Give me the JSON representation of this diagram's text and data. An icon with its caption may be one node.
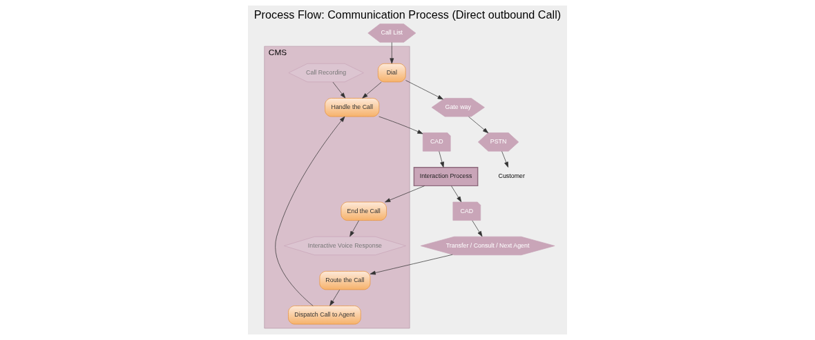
{
  "diagram": {
    "title": "Process Flow: Communication Process (Direct outbound Call)",
    "nodes": [
      {
        "text": [
          "CMS"
        ]
      },
      {
        "text": [
          "Call Recording"
        ],
        "in": 0
      },
      {
        "text": [
          "Interactive Voice Response"
        ],
        "in": 0
      },
      {
        "text": [
          "Dial"
        ],
        "in": 0
      },
      {
        "text": [
          "Route the Call"
        ],
        "in": 0
      },
      {
        "text": [
          "Dispatch Call to Agent"
        ],
        "in": 0
      },
      {
        "text": [
          "Handle the Call"
        ],
        "in": 0
      },
      {
        "text": [
          "End the Call"
        ],
        "in": 0
      },
      {
        "text": [
          "Gate way"
        ]
      },
      {
        "text": [
          "PSTN"
        ]
      },
      {
        "text": [
          "Customer"
        ]
      },
      {
        "text": [
          "CAD"
        ]
      },
      {
        "text": [
          "Interaction Process"
        ]
      },
      {
        "text": [
          "CAD"
        ]
      },
      {
        "text": [
          "Call List"
        ]
      },
      {
        "text": [
          "Transfer / Consult / Next Agent"
        ]
      }
    ],
    "edges": [
      {
        "from": 3,
        "to": 8,
        "arrow": "to"
      },
      {
        "from": 3,
        "to": 6,
        "arrow": "to"
      },
      {
        "from": 4,
        "to": 5,
        "arrow": "to"
      },
      {
        "from": 5,
        "to": 6,
        "arrow": "to"
      },
      {
        "from": 1,
        "to": 6,
        "arrow": "to"
      },
      {
        "from": 7,
        "to": 2,
        "arrow": "to"
      },
      {
        "from": 8,
        "to": 9,
        "arrow": "to"
      },
      {
        "from": 9,
        "to": 10,
        "arrow": "to"
      },
      {
        "from": 14,
        "to": 3,
        "arrow": "to"
      },
      {
        "from": 15,
        "to": 4,
        "arrow": "to"
      },
      {
        "from": 6,
        "to": 11,
        "arrow": "to"
      },
      {
        "from": 11,
        "to": 12,
        "arrow": "to"
      },
      {
        "from": 12,
        "to": 13,
        "arrow": "to"
      },
      {
        "from": 13,
        "to": 15,
        "arrow": "to"
      },
      {
        "from": 12,
        "to": 7,
        "arrow": "to"
      }
    ]
  }
}
